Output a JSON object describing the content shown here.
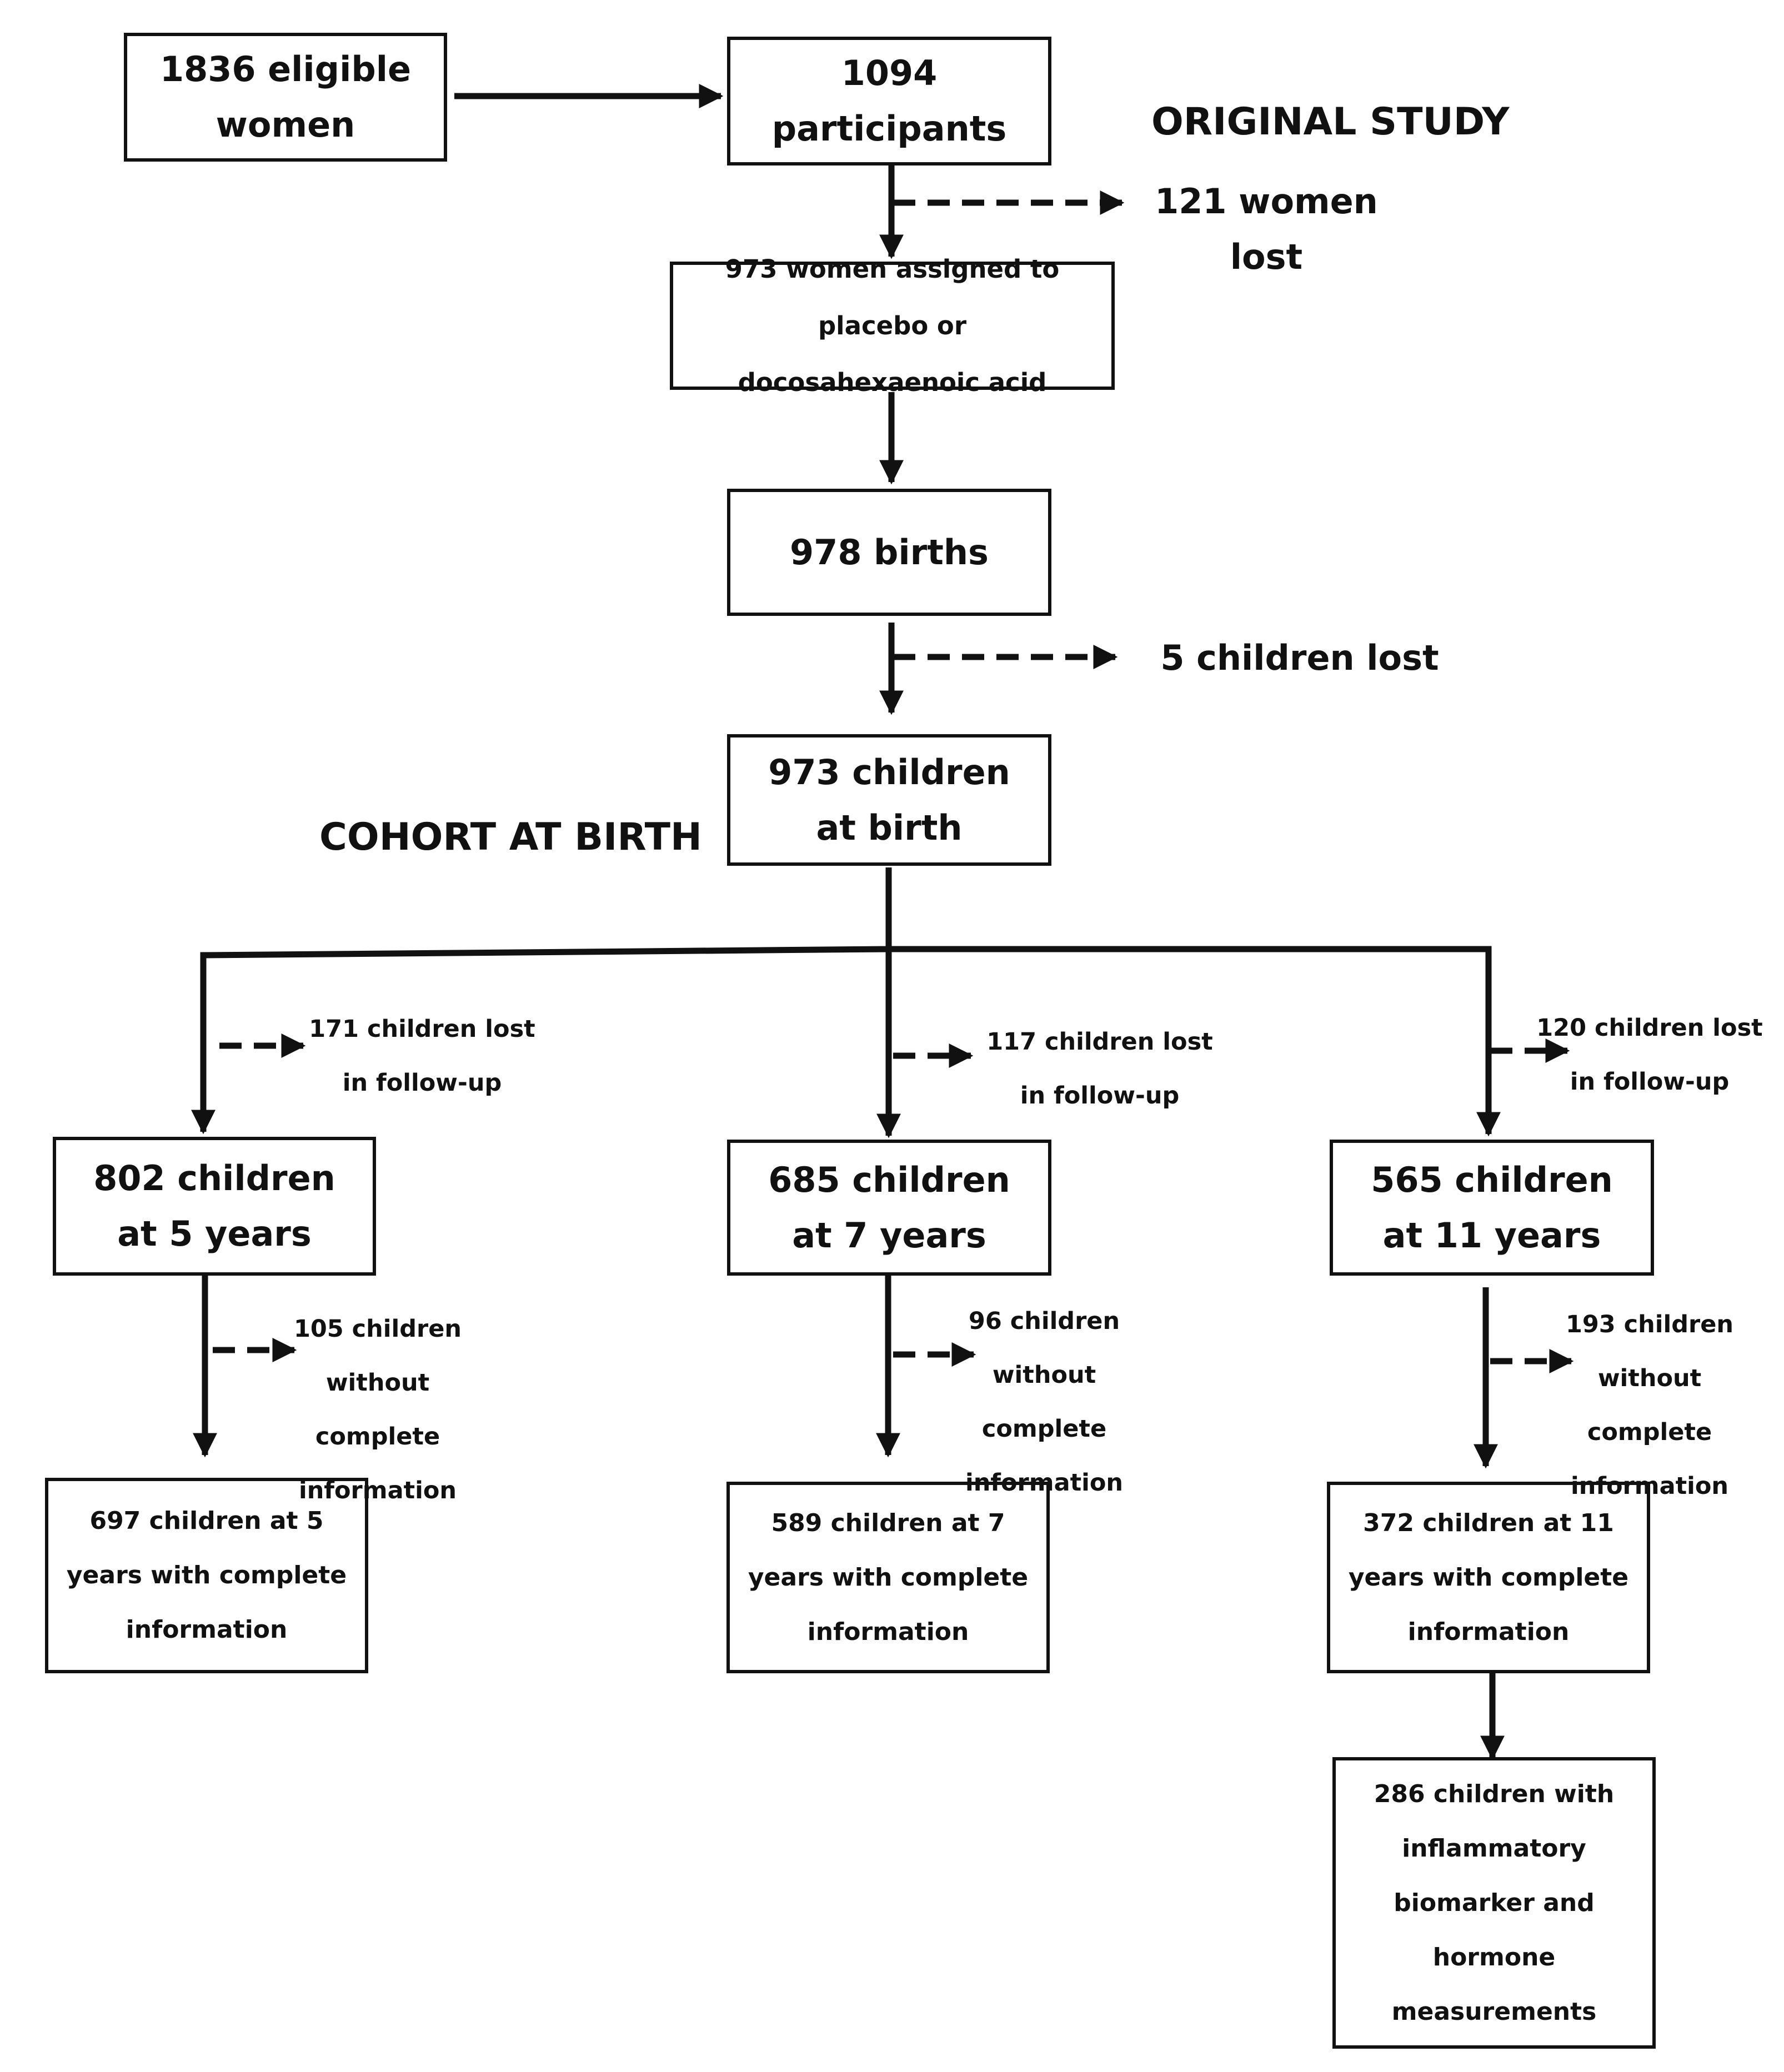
{
  "flowchart": {
    "section_labels": {
      "original_study": "ORIGINAL STUDY",
      "cohort_at_birth": "COHORT AT BIRTH"
    },
    "boxes": {
      "eligible_women": [
        "1836 eligible",
        "women"
      ],
      "participants": [
        "1094",
        "participants"
      ],
      "assigned": [
        "973 women assigned to placebo or",
        "docosahexaenoic acid"
      ],
      "births": [
        "978 births"
      ],
      "children_at_birth": [
        "973 children",
        "at birth"
      ],
      "at_5_years": [
        "802 children",
        "at 5 years"
      ],
      "at_7_years": [
        "685 children",
        "at 7 years"
      ],
      "at_11_years": [
        "565 children",
        "at 11 years"
      ],
      "complete_5": [
        "697 children at 5",
        "years with complete",
        "information"
      ],
      "complete_7": [
        "589 children at 7",
        "years with complete",
        "information"
      ],
      "complete_11": [
        "372 children at 11",
        "years with complete",
        "information"
      ],
      "biomarkers": [
        "286 children with",
        "inflammatory",
        "biomarker and",
        "hormone",
        "measurements"
      ]
    },
    "losses": {
      "women_lost": [
        "121 women",
        "lost"
      ],
      "children_lost_birth": [
        "5 children lost"
      ],
      "lost_followup_5": [
        "171 children lost",
        "in follow-up"
      ],
      "lost_followup_7": [
        "117 children lost",
        "in follow-up"
      ],
      "lost_followup_11": [
        "120 children lost",
        "in follow-up"
      ],
      "incomplete_5": [
        "105 children",
        "without complete",
        "information"
      ],
      "incomplete_7": [
        "96 children",
        "without complete",
        "information"
      ],
      "incomplete_11": [
        "193 children",
        "without complete",
        "information"
      ]
    }
  }
}
